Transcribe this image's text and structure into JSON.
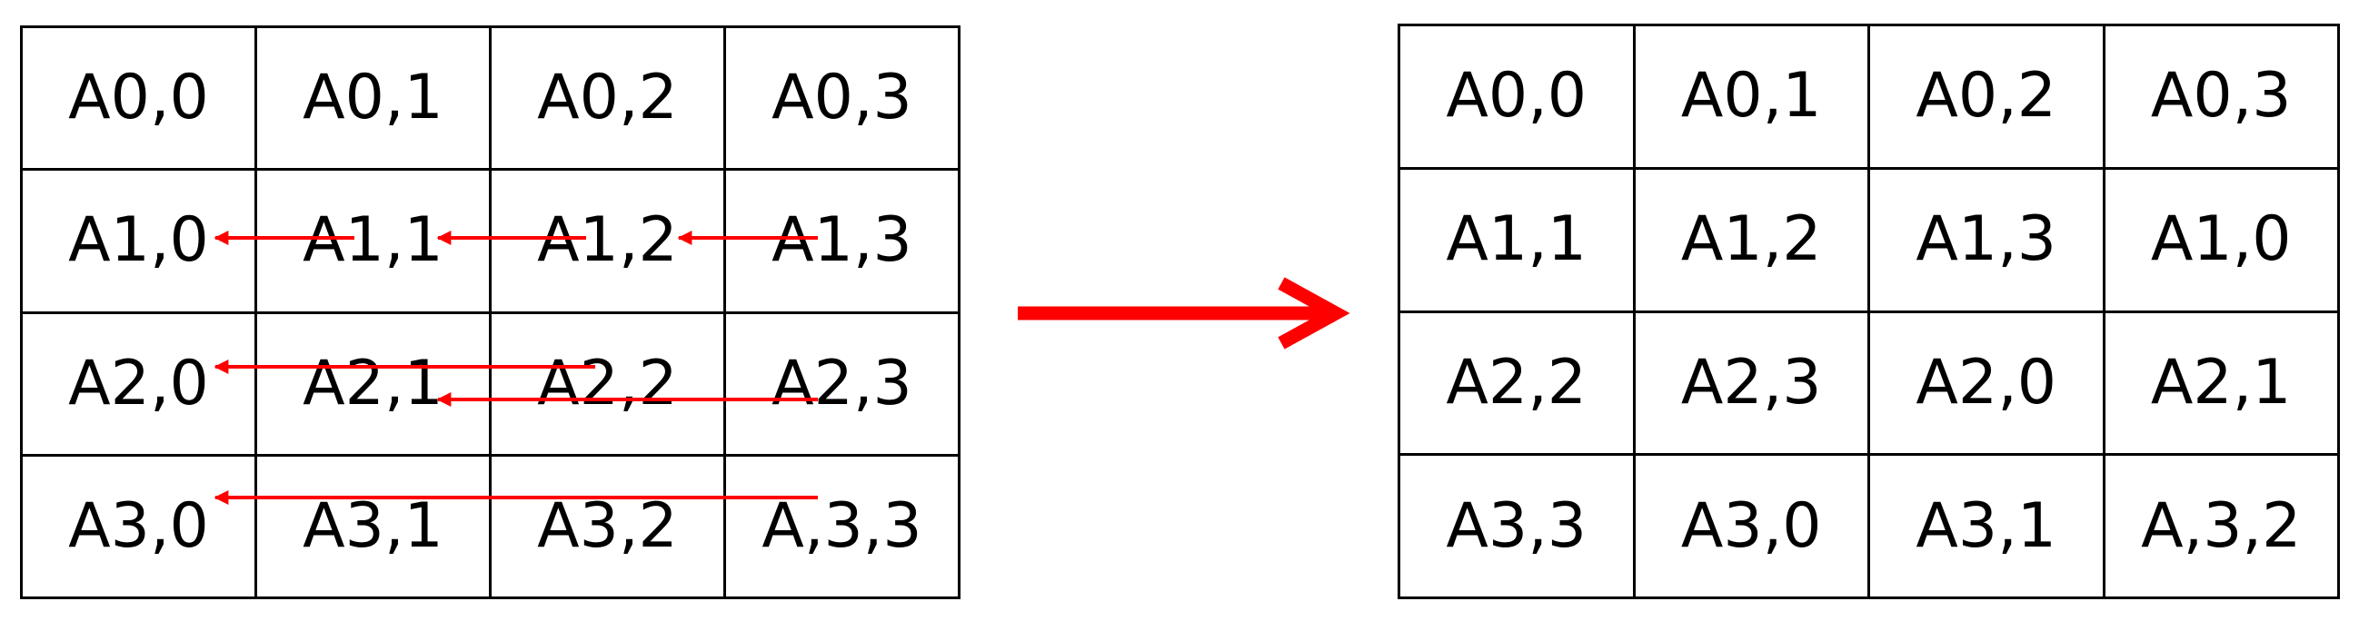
{
  "left_matrix": [
    [
      "A0,0",
      "A0,1",
      "A0,2",
      "A0,3"
    ],
    [
      "A1,0",
      "A1,1",
      "A1,2",
      "A1,3"
    ],
    [
      "A2,0",
      "A2,1",
      "A2,2",
      "A2,3"
    ],
    [
      "A3,0",
      "A3,1",
      "A3,2",
      "A,3,3"
    ]
  ],
  "right_matrix": [
    [
      "A0,0",
      "A0,1",
      "A0,2",
      "A0,3"
    ],
    [
      "A1,1",
      "A1,2",
      "A1,3",
      "A1,0"
    ],
    [
      "A2,2",
      "A2,3",
      "A2,0",
      "A2,1"
    ],
    [
      "A3,3",
      "A3,0",
      "A3,1",
      "A,3,2"
    ]
  ],
  "colors": {
    "arrow": "#ff0000",
    "grid": "#000000"
  }
}
